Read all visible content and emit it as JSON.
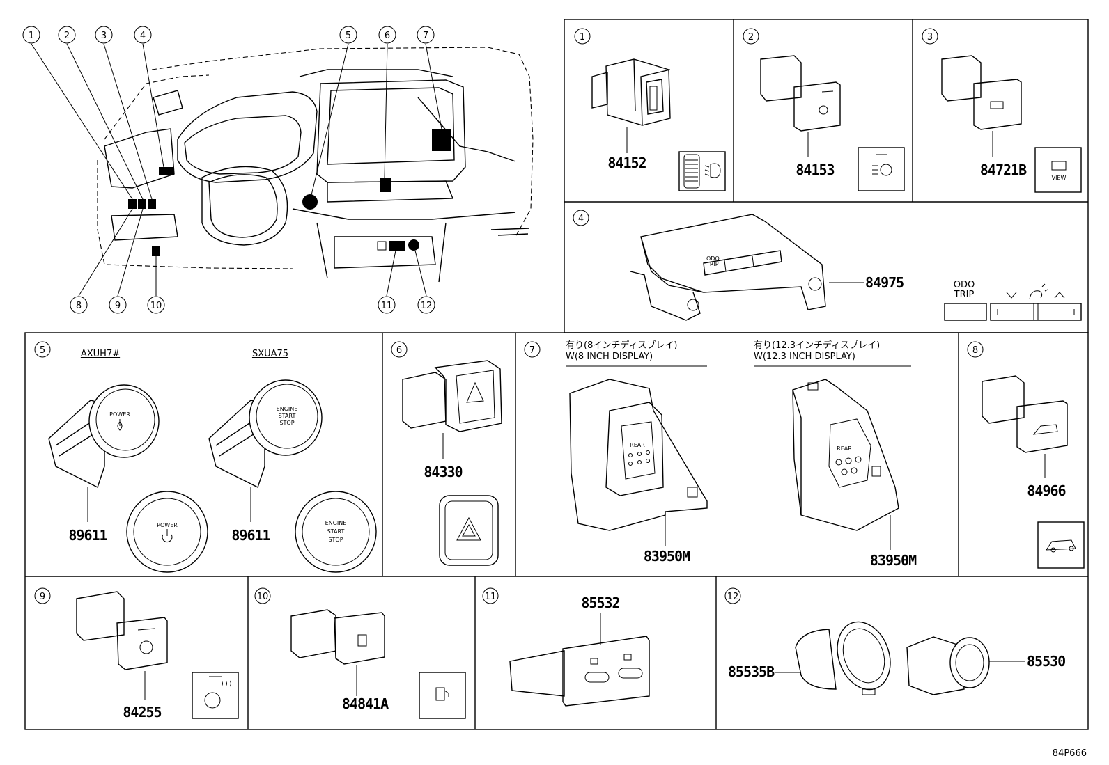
{
  "overview_callouts": [
    "1",
    "2",
    "3",
    "4",
    "5",
    "6",
    "7",
    "8",
    "9",
    "10",
    "11",
    "12"
  ],
  "panels": [
    {
      "num": "1",
      "parts": [
        "84152"
      ]
    },
    {
      "num": "2",
      "parts": [
        "84153"
      ]
    },
    {
      "num": "3",
      "parts": [
        "84721B"
      ],
      "icon_text": "VIEW"
    },
    {
      "num": "4",
      "parts": [
        "84975"
      ],
      "odo_label": "ODO",
      "trip_label": "TRIP",
      "mini_odo": "ODO",
      "mini_trip": "TRIP"
    },
    {
      "num": "5",
      "variants": [
        "AXUH7#",
        "SXUA75"
      ],
      "parts": [
        "89611",
        "89611"
      ],
      "power_label": "POWER",
      "engine_label": [
        "ENGINE",
        "START",
        "STOP"
      ]
    },
    {
      "num": "6",
      "parts": [
        "84330"
      ]
    },
    {
      "num": "7",
      "variants": [
        [
          "有り(8インチディスプレイ)",
          "W(8 INCH DISPLAY)"
        ],
        [
          "有り(12.3インチディスプレイ)",
          "W(12.3 INCH DISPLAY)"
        ]
      ],
      "parts": [
        "83950M",
        "83950M"
      ],
      "rear_label": "REAR"
    },
    {
      "num": "8",
      "parts": [
        "84966"
      ]
    },
    {
      "num": "9",
      "parts": [
        "84255"
      ]
    },
    {
      "num": "10",
      "parts": [
        "84841A"
      ]
    },
    {
      "num": "11",
      "parts": [
        "85532"
      ]
    },
    {
      "num": "12",
      "parts": [
        "85535B",
        "85530"
      ]
    }
  ],
  "figure_code": "84P666",
  "icons": [
    "headlight-leveling-icon",
    "auto-high-beam-icon",
    "view-camera-icon",
    "hazard-triangle-icon",
    "power-button-icon",
    "vehicle-height-icon",
    "heated-steering-icon",
    "fuel-door-icon",
    "usb-c-icon"
  ]
}
